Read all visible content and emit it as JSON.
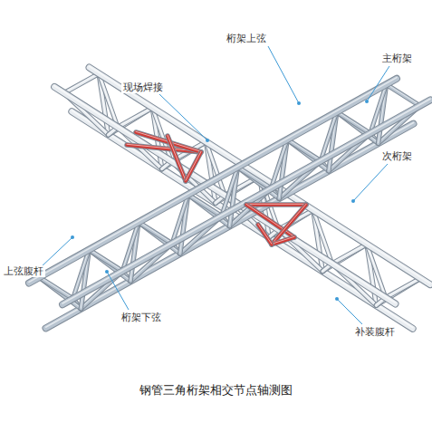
{
  "diagram": {
    "caption": "钢管三角桁架相交节点轴测图",
    "labels": [
      "桁架上弦",
      "主桁架",
      "现场焊接",
      "次桁架",
      "上弦腹杆",
      "桁架下弦",
      "补装腹杆"
    ]
  }
}
